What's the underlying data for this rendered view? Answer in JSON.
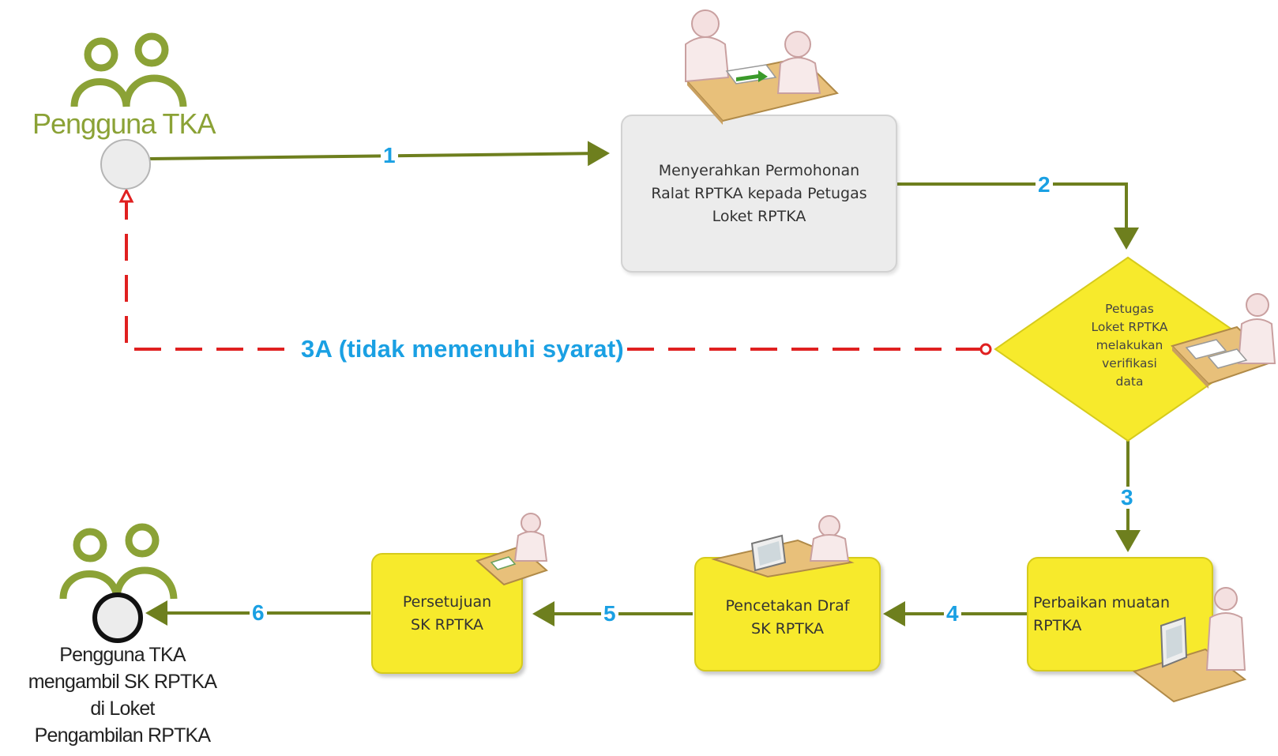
{
  "actors": {
    "start_label": "Pengguna TKA",
    "end_label_lines": [
      "Pengguna TKA",
      "mengambil SK RPTKA",
      "di Loket",
      "Pengambilan RPTKA"
    ]
  },
  "steps": {
    "submit_lines": [
      "Menyerahkan Permohonan",
      "Ralat RPTKA kepada Petugas",
      "Loket RPTKA"
    ],
    "verify_lines": [
      "Petugas",
      "Loket RPTKA",
      "melakukan",
      "verifikasi",
      "data"
    ],
    "revise_lines": [
      "Perbaikan muatan",
      "RPTKA"
    ],
    "print_lines": [
      "Pencetakan Draf",
      "SK RPTKA"
    ],
    "approve_lines": [
      "Persetujuan",
      "SK RPTKA"
    ]
  },
  "flow_labels": {
    "step1": "1",
    "step2": "2",
    "step3": "3",
    "step3a": "3A (tidak memenuhi syarat)",
    "step4": "4",
    "step5": "5",
    "step6": "6"
  },
  "colors": {
    "flow_line": "#6e7f1e",
    "reject_line": "#e02020",
    "label_blue": "#1aa0e3",
    "actor_green": "#8ba236",
    "task_yellow": "#f7ea2c",
    "task_gray": "#ececec"
  }
}
